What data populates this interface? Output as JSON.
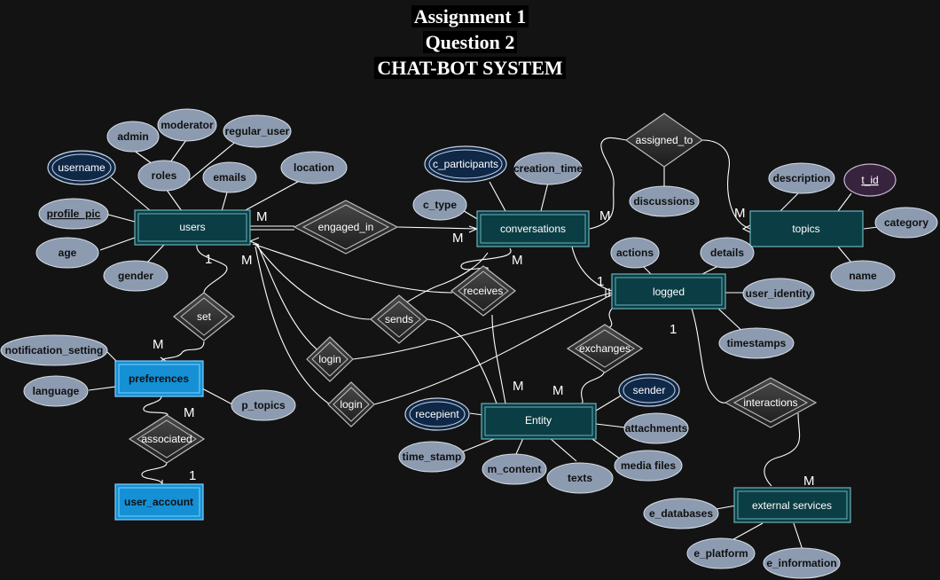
{
  "title": {
    "line1": "Assignment 1",
    "line2": "Question 2",
    "line3": "CHAT-BOT SYSTEM"
  },
  "colors": {
    "background": "#131313",
    "attribute_fill": "#8c9bb0",
    "key_attribute_fill": "#0f2847",
    "entity_teal": "#0b3d44",
    "entity_blue": "#1590d5",
    "relationship_fill": "#3a3a3a",
    "t_id_fill": "#38233f"
  },
  "entities": {
    "users": "users",
    "conversations": "conversations",
    "topics": "topics",
    "logged": "logged",
    "preferences": "preferences",
    "user_account": "user_account",
    "entity": "Entity",
    "external_services": "external services"
  },
  "relationships": {
    "engaged_in": "engaged_in",
    "assigned_to": "assigned_to",
    "receives": "receives",
    "sends": "sends",
    "set": "set",
    "login_1": "login",
    "login_2": "login",
    "exchanges": "exchanges",
    "associated": "associated",
    "interactions": "interactions"
  },
  "attributes": {
    "admin": "admin",
    "moderator": "moderator",
    "regular_user": "regular_user",
    "username": "username",
    "roles": "roles",
    "emails": "emails",
    "location": "location",
    "profile_pic": "profile_pic",
    "age": "age",
    "gender": "gender",
    "c_participants": "c_participants",
    "creation_time": "creation_time",
    "c_type": "c_type",
    "discussions": "discussions",
    "description": "description",
    "t_id": "t_id",
    "category": "category",
    "name": "name",
    "actions": "actions",
    "details": "details",
    "user_identity": "user_identity",
    "timestamps": "timestamps",
    "notification_setting": "notification_setting",
    "language": "language",
    "p_topics": "p_topics",
    "sender": "sender",
    "recepient": "recepient",
    "attachments": "attachments",
    "media_files": "media files",
    "time_stamp": "time_stamp",
    "m_content": "m_content",
    "texts": "texts",
    "e_databases": "e_databases",
    "e_platform": "e_platform",
    "e_information": "e_information"
  },
  "cardinalities": {
    "users_engaged": "M",
    "engaged_conversations": "M",
    "conversations_assigned": "M",
    "topics_assigned": "M",
    "users_set": "1",
    "users_receives": "M",
    "conversations_receives": "M",
    "logged_top": "1",
    "logged_bottom": "1",
    "preferences_set": "M",
    "preferences_associated": "M",
    "user_account_associated": "1",
    "entity_left": "M",
    "entity_right": "M",
    "external_services": "M"
  }
}
